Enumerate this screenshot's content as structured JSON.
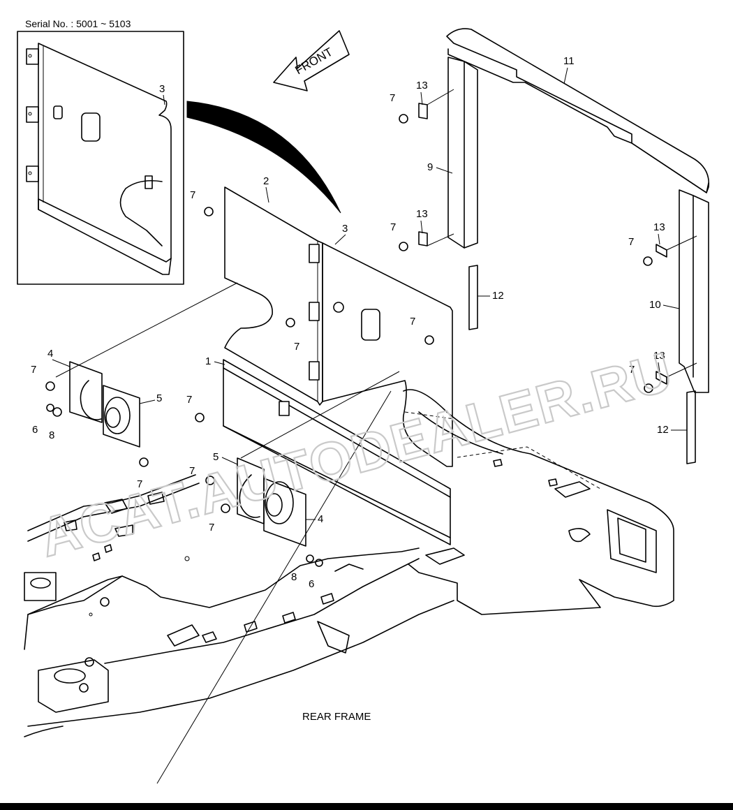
{
  "header": {
    "serial": "Serial No. : 5001 ~ 5103"
  },
  "direction": {
    "front": "FRONT"
  },
  "frame": {
    "label": "REAR FRAME"
  },
  "watermark": {
    "text": "ACAT.AUTODEALER.RU"
  },
  "parts": {
    "p1": "1",
    "p2": "2",
    "p3": "3",
    "p4": "4",
    "p5": "5",
    "p6": "6",
    "p7": "7",
    "p8": "8",
    "p9": "9",
    "p10": "10",
    "p11": "11",
    "p12": "12",
    "p13": "13"
  }
}
